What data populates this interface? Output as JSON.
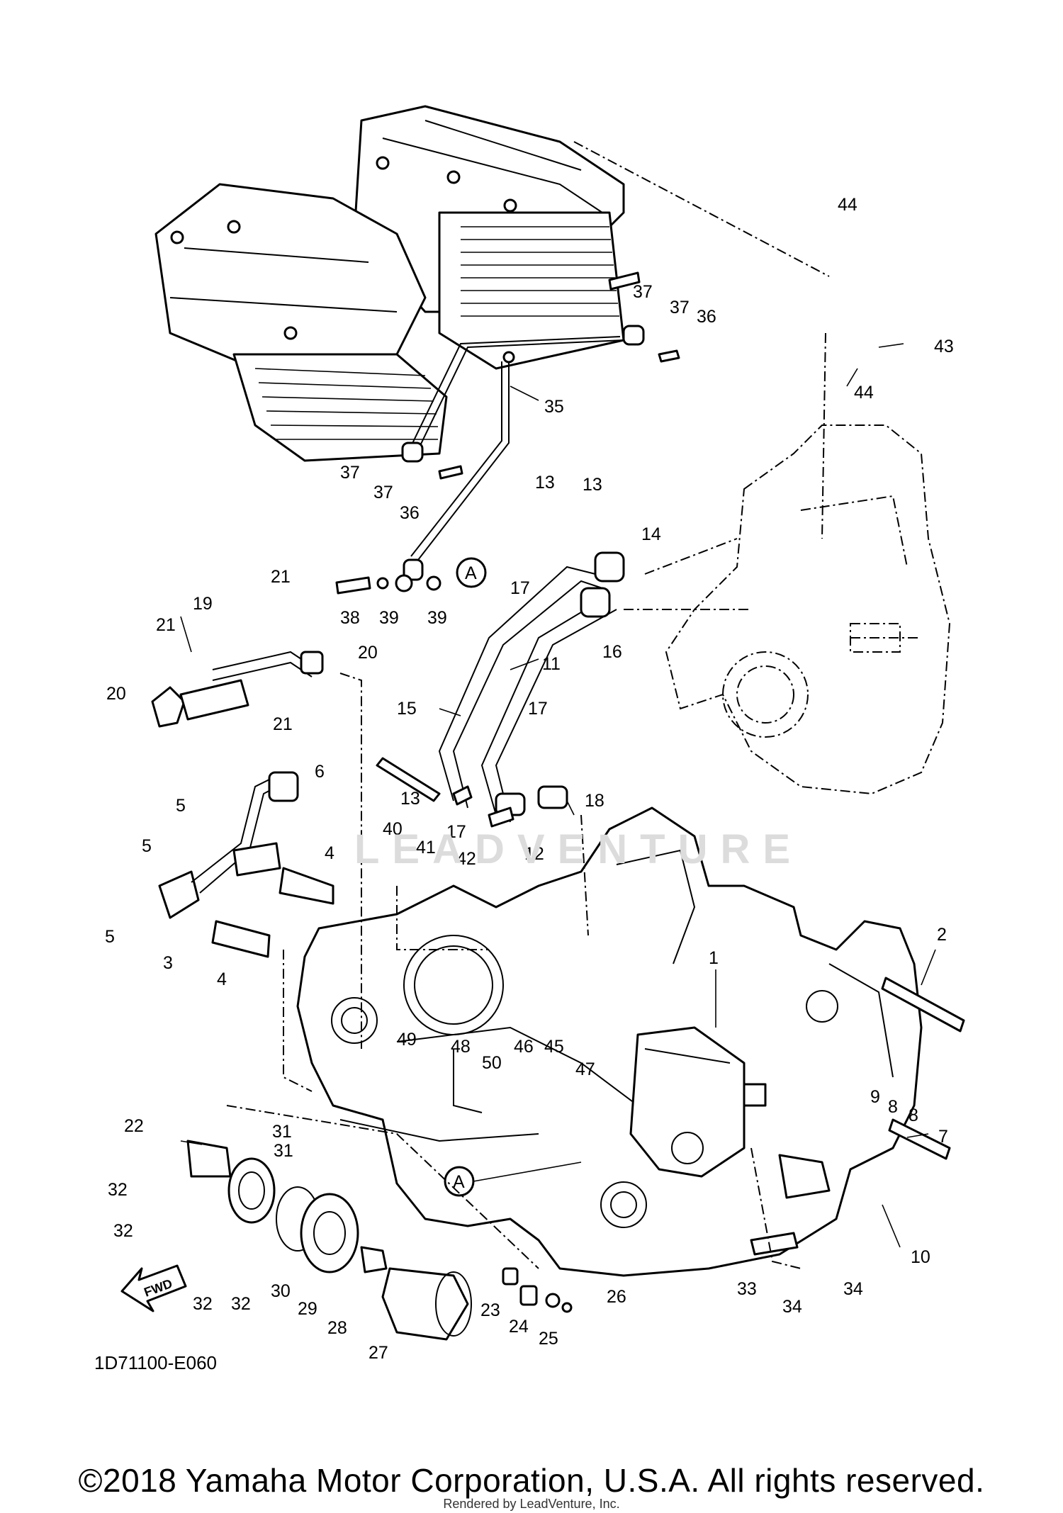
{
  "diagram": {
    "code": "1D71100-E060",
    "fwd_label": "FWD",
    "reference_label": "A",
    "watermark": "LEADVENTURE",
    "copyright": "©2018 Yamaha Motor Corporation, U.S.A. All rights reserved.",
    "rendered_by": "Rendered by LeadVenture, Inc.",
    "callouts": [
      "1",
      "2",
      "3",
      "4",
      "4",
      "5",
      "5",
      "5",
      "6",
      "7",
      "8",
      "8",
      "9",
      "10",
      "11",
      "12",
      "13",
      "13",
      "13",
      "14",
      "15",
      "16",
      "17",
      "17",
      "17",
      "18",
      "19",
      "20",
      "20",
      "21",
      "21",
      "21",
      "22",
      "23",
      "24",
      "25",
      "26",
      "27",
      "28",
      "29",
      "30",
      "31",
      "31",
      "32",
      "32",
      "32",
      "32",
      "33",
      "34",
      "34",
      "35",
      "36",
      "36",
      "37",
      "37",
      "37",
      "37",
      "38",
      "39",
      "39",
      "40",
      "41",
      "42",
      "43",
      "44",
      "44",
      "45",
      "46",
      "47",
      "48",
      "49",
      "50"
    ]
  }
}
